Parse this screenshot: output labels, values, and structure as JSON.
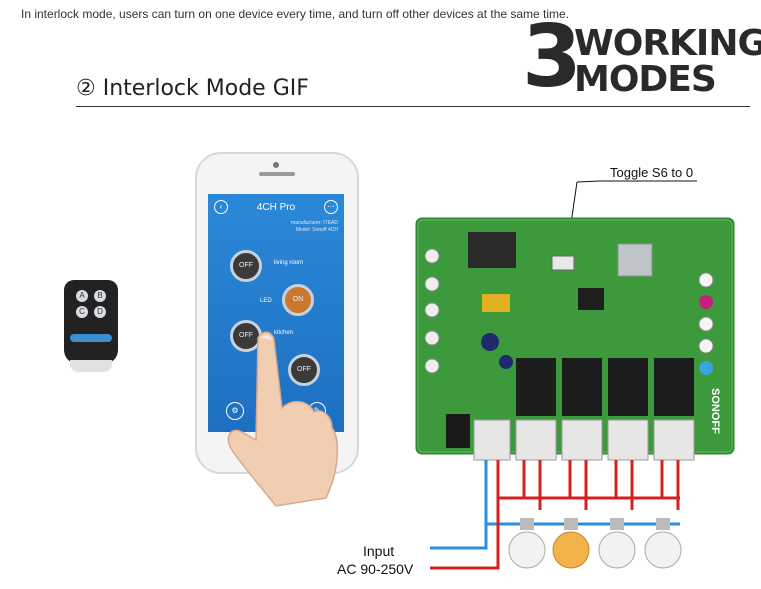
{
  "header": {
    "description": "In interlock mode, users can turn on one device every time, and turn off other devices at the same time.",
    "badge_number": "3",
    "badge_word1": "WORKING",
    "badge_word2": "MODES",
    "section_title": "② Interlock Mode GIF"
  },
  "remote": {
    "buttons": [
      "A",
      "B",
      "C",
      "D"
    ]
  },
  "phone_app": {
    "title": "4CH Pro",
    "meta_line1": "manufacturer: ITEAD",
    "meta_line2": "Model: Sonoff 4CH",
    "devices": [
      {
        "label": "living room",
        "state": "OFF"
      },
      {
        "label": "LED",
        "state": "ON"
      },
      {
        "label": "kitchen",
        "state": "OFF"
      },
      {
        "label": "",
        "state": "OFF"
      }
    ]
  },
  "board": {
    "annotation": "Toggle S6 to 0",
    "brand": "SONOFF"
  },
  "wiring": {
    "input_label": "Input",
    "voltage_label": "AC 90-250V"
  },
  "colors": {
    "board_green": "#3c9a3c",
    "wire_red": "#d62020",
    "wire_blue": "#2a8fe0",
    "app_blue": "#1e6fc1"
  }
}
